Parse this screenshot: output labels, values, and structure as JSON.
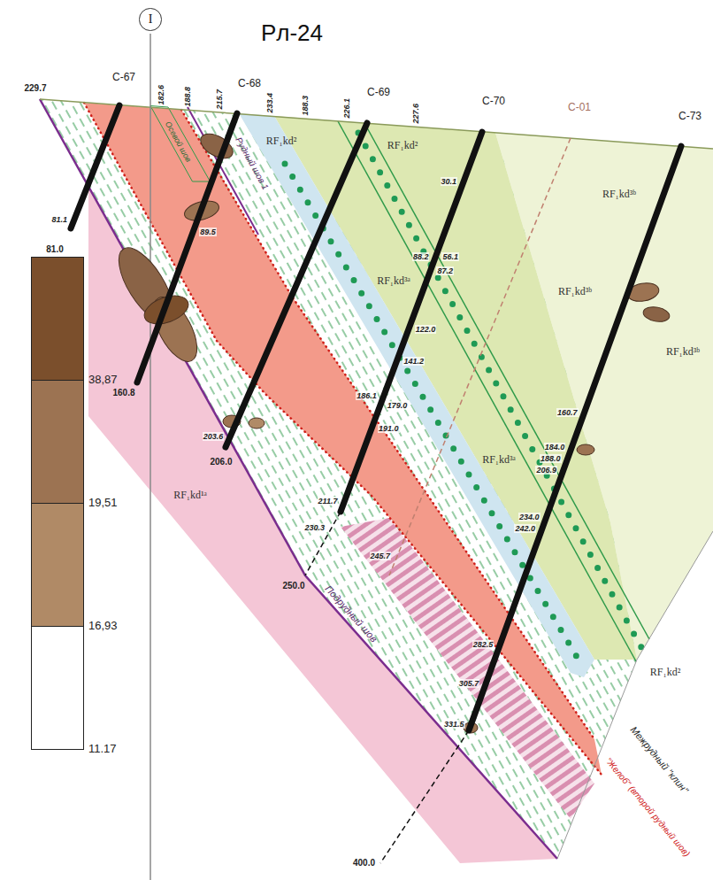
{
  "diagram": {
    "title": "Рл-24",
    "nodes": [
      {
        "text": [
          "I"
        ]
      }
    ],
    "labels": [
      "С-67",
      "С-68",
      "С-69",
      "С-70",
      "С-01",
      "С-73",
      "229.7",
      "182.6",
      "188.8",
      "215.7",
      "233.4",
      "188.3",
      "226.1",
      "227.6",
      "81.1",
      "81.0",
      "89.5",
      "160.8",
      "203.6",
      "206.0",
      "30.1",
      "88.2",
      "56.1",
      "87.2",
      "122.0",
      "141.2",
      "186.1",
      "179.0",
      "191.0",
      "211.7",
      "230.3",
      "250.0",
      "160.7",
      "184.0",
      "188.0",
      "206.9",
      "234.0",
      "242.0",
      "245.7",
      "282.5",
      "305.7",
      "331.5",
      "400.0",
      "RF₁kd²",
      "RF₁kd²",
      "RF₁kd³ᵇ",
      "RF₁kd³ᵃ",
      "RF₁kd³ᵇ",
      "RF₁kd³ᵇ",
      "RF₁kd³ᵃ",
      "RF₁kd²",
      "RF₁kd¹ᵃ",
      "Осевой шов",
      "Рудный шов 1",
      "Подрудный шов",
      "Межрудный \"клин\"",
      "\"Желоб\" (второй рудный шов)"
    ],
    "legend": [
      {
        "text": "38,87",
        "color": "#7b4f2c"
      },
      {
        "text": "19,51",
        "color": "#9c7352"
      },
      {
        "text": "16,93",
        "color": "#b08a66"
      },
      {
        "text": "11.17",
        "color": "#ffffff"
      }
    ]
  }
}
